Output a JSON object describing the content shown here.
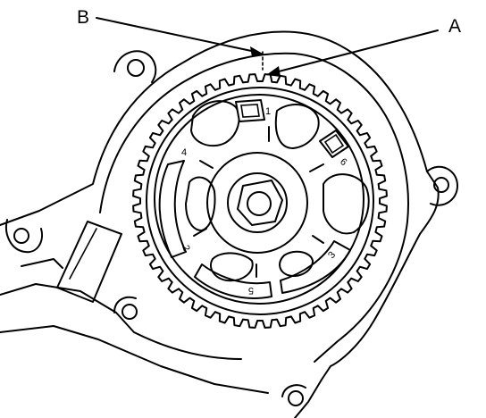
{
  "callouts": {
    "a": "A",
    "b": "B"
  },
  "segment_marks": {
    "m1": "1",
    "m2": "2",
    "m3": "3",
    "m4": "4",
    "m5": "5",
    "m6": "6"
  },
  "colors": {
    "line": "#000000",
    "background": "#ffffff"
  }
}
